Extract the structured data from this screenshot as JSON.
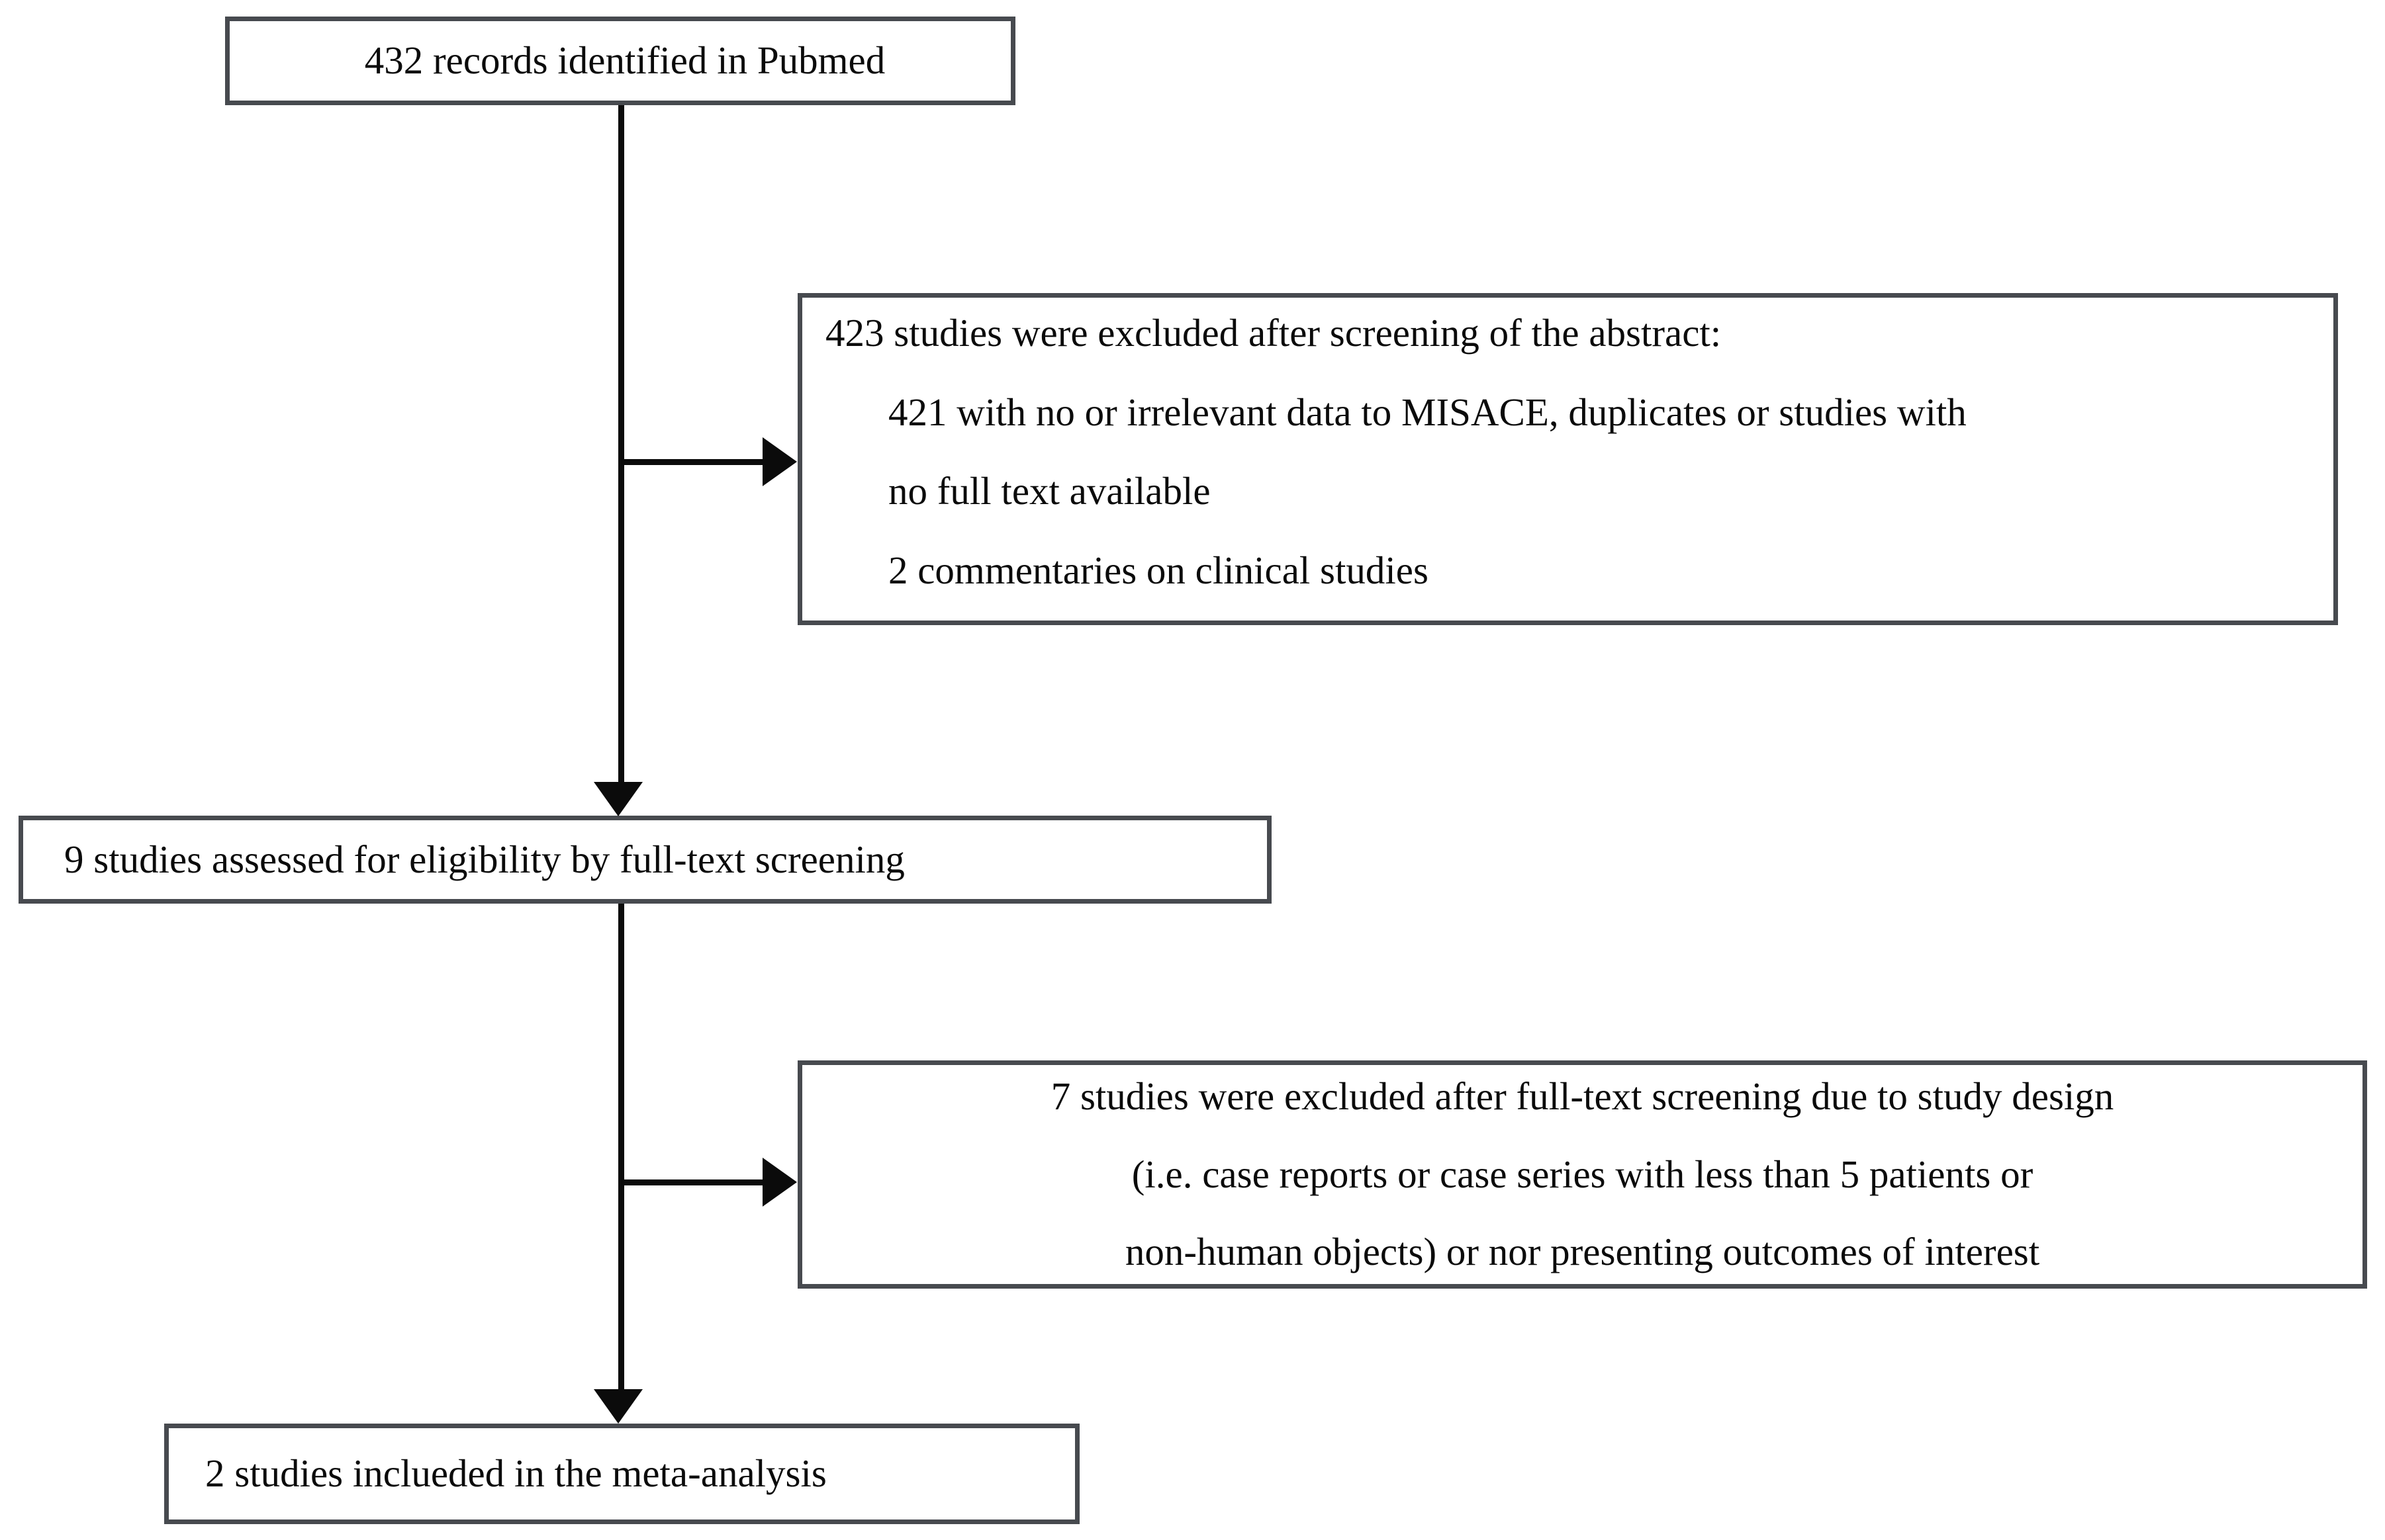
{
  "diagram": {
    "title": "PRISMA study selection flow diagram",
    "colors": {
      "box_border": "#474a4f",
      "connector": "#0b0b0b",
      "background": "#ffffff",
      "text": "#0b0b0b"
    },
    "boxes": {
      "identified": {
        "name": "records-identified",
        "lines": [
          "432 records identified in Pubmed"
        ],
        "count": 432,
        "source": "Pubmed"
      },
      "excluded_abstract": {
        "name": "studies-excluded-after-abstract-screening",
        "count": 423,
        "head": "423 studies were excluded after screening of the abstract:",
        "sub1": "421 with no or irrelevant data to MISACE, duplicates or studies with",
        "sub2": "no full text available",
        "sub3": "2 commentaries on clinical studies",
        "breakdown": [
          {
            "count": 421,
            "reason": "with no or irrelevant data to MISACE, duplicates or studies with no full text available"
          },
          {
            "count": 2,
            "reason": "commentaries on clinical studies"
          }
        ]
      },
      "eligibility": {
        "name": "studies-assessed-for-eligibility",
        "lines": [
          "9 studies assessed for eligibility by full-text screening"
        ],
        "count": 9
      },
      "excluded_fulltext": {
        "name": "studies-excluded-after-fulltext-screening",
        "count": 7,
        "line1": "7 studies were excluded after full-text screening due to study design",
        "line2": "(i.e. case reports or case series with less than 5 patients or",
        "line3": "non-human objects) or nor presenting outcomes of interest"
      },
      "included": {
        "name": "studies-included-in-meta-analysis",
        "lines": [
          "2 studies inclueded in the meta-analysis"
        ],
        "count": 2
      }
    },
    "connectors": [
      {
        "name": "identified-to-eligibility",
        "type": "arrow-down"
      },
      {
        "name": "eligibility-to-included",
        "type": "arrow-down"
      },
      {
        "name": "branch-to-excluded-abstract",
        "type": "arrow-right"
      },
      {
        "name": "branch-to-excluded-fulltext",
        "type": "arrow-right"
      }
    ]
  }
}
